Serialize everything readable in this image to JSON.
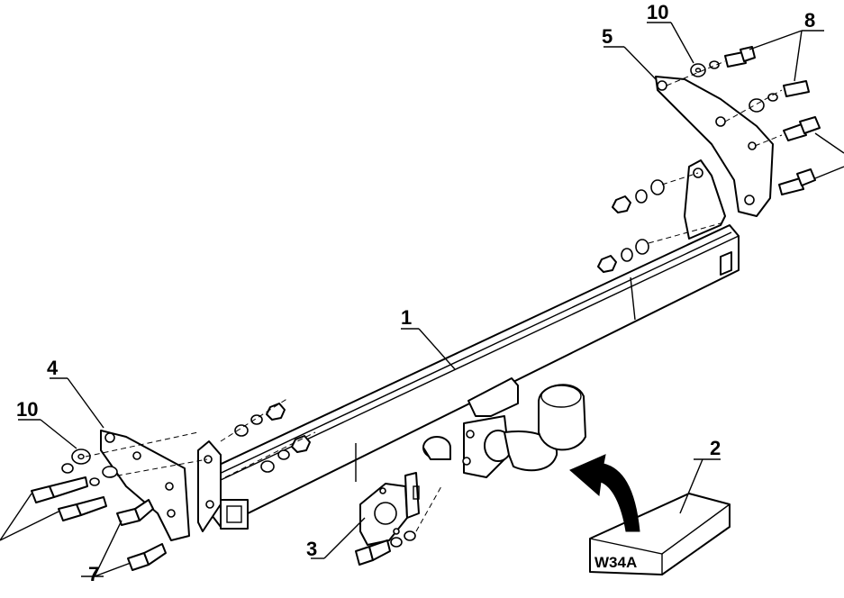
{
  "labels": {
    "beam": "1",
    "kit_box": "2",
    "socket_plate": "3",
    "left_bracket": "4",
    "right_bracket": "5",
    "bolts_left": "7",
    "bolts_right": "8",
    "washer_left": "10",
    "washer_right": "10"
  },
  "kit_box_text": "W34A"
}
